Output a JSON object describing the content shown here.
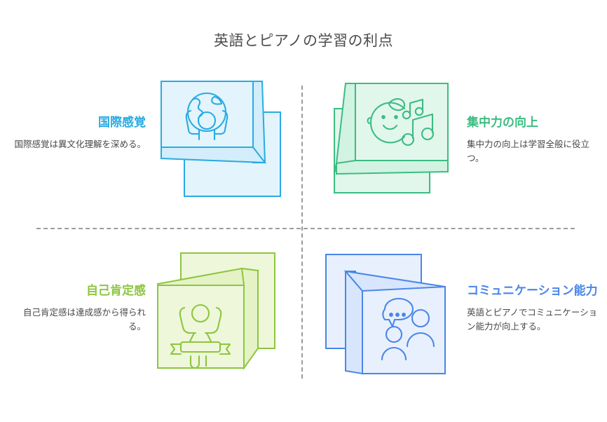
{
  "title": "英語とピアノの学習の利点",
  "colors": {
    "title_text": "#4d4d4d",
    "body_text": "#474747",
    "divider": "#9c9c9c",
    "cyan": "#29abe2",
    "cyan_fill": "#e3f4fd",
    "green": "#3cbc82",
    "green_fill": "#e2f7ec",
    "lime": "#8cc63f",
    "lime_fill": "#eef7da",
    "blue": "#4a86e8",
    "blue_fill": "#e8f0fd"
  },
  "quadrants": [
    {
      "id": "q1",
      "position": "top-left",
      "heading": "国際感覚",
      "body": "国際感覚は異文化理解を深める。",
      "accent": "#29abe2",
      "icon": "person-holding-globe-icon"
    },
    {
      "id": "q2",
      "position": "top-right",
      "heading": "集中力の向上",
      "body": "集中力の向上は学習全般に役立つ。",
      "accent": "#3cbc82",
      "icon": "child-face-music-notes-icon"
    },
    {
      "id": "q3",
      "position": "bottom-left",
      "heading": "自己肯定感",
      "body": "自己肯定感は達成感から得られる。",
      "accent": "#8cc63f",
      "icon": "person-cheering-banner-icon"
    },
    {
      "id": "q4",
      "position": "bottom-right",
      "heading": "コミュニケーション能力",
      "body": "英語とピアノでコミュニケーション能力が向上する。",
      "accent": "#4a86e8",
      "icon": "two-people-speech-bubble-icon"
    }
  ]
}
